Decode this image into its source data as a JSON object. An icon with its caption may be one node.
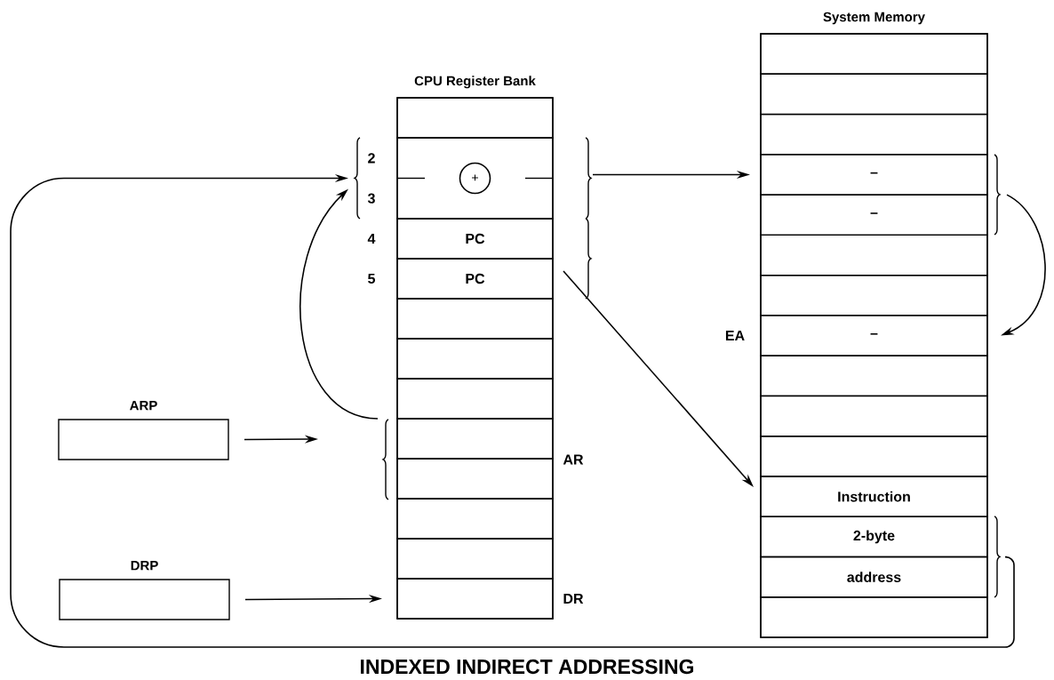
{
  "diagram": {
    "caption": "INDEXED INDIRECT ADDRESSING",
    "nodes": [
      {
        "text": [
          "CPU Register Bank"
        ]
      },
      {
        "text": [],
        "shape": "box",
        "in": 0
      },
      {
        "text": [],
        "shape": "box",
        "in": 0,
        "beside": [
          "2",
          "3"
        ]
      },
      {
        "text": [
          "+"
        ],
        "in": 2
      },
      {
        "text": [
          "PC"
        ],
        "in": 0,
        "beside": [
          "4"
        ]
      },
      {
        "text": [
          "PC"
        ],
        "in": 0,
        "beside": [
          "5"
        ]
      },
      {
        "text": [],
        "shape": "box",
        "in": 0
      },
      {
        "text": [],
        "shape": "box",
        "in": 0
      },
      {
        "text": [],
        "shape": "box",
        "in": 0
      },
      {
        "text": [],
        "shape": "box",
        "in": 0
      },
      {
        "text": [],
        "shape": "box",
        "in": 0
      },
      {
        "text": [],
        "shape": "box",
        "in": 0
      },
      {
        "text": [],
        "shape": "box",
        "in": 0
      },
      {
        "text": [],
        "shape": "box",
        "in": 0,
        "beside": [
          "DR"
        ]
      },
      {
        "text": [
          "System Memory"
        ]
      },
      {
        "text": [],
        "shape": "box",
        "in": 14
      },
      {
        "text": [],
        "shape": "box",
        "in": 14
      },
      {
        "text": [],
        "shape": "box",
        "in": 14
      },
      {
        "text": [
          "–"
        ],
        "in": 14
      },
      {
        "text": [
          "–"
        ],
        "in": 14
      },
      {
        "text": [],
        "shape": "box",
        "in": 14
      },
      {
        "text": [],
        "shape": "box",
        "in": 14
      },
      {
        "text": [
          "–"
        ],
        "in": 14,
        "beside": [
          "EA"
        ]
      },
      {
        "text": [],
        "shape": "box",
        "in": 14
      },
      {
        "text": [],
        "shape": "box",
        "in": 14
      },
      {
        "text": [],
        "shape": "box",
        "in": 14
      },
      {
        "text": [
          "Instruction"
        ],
        "in": 14
      },
      {
        "text": [
          "2-byte"
        ],
        "in": 14
      },
      {
        "text": [
          "address"
        ],
        "in": 14
      },
      {
        "text": [],
        "shape": "box",
        "in": 14
      },
      {
        "text": [
          "ARP"
        ]
      },
      {
        "text": [
          "DRP"
        ]
      }
    ],
    "edges": [
      {
        "from": 30,
        "to": null,
        "arrow": "to"
      },
      {
        "from": 31,
        "to": 13,
        "arrow": "to"
      },
      {
        "from": 9,
        "to": 2,
        "arrow": "to"
      },
      {
        "from": 2,
        "to": 18,
        "arrow": "to"
      },
      {
        "from": 18,
        "to": 22,
        "arrow": "to"
      },
      {
        "from": 5,
        "to": 26,
        "arrow": "to"
      },
      {
        "from": 27,
        "to": 2,
        "arrow": "to"
      }
    ],
    "labels": [
      "AR"
    ]
  }
}
